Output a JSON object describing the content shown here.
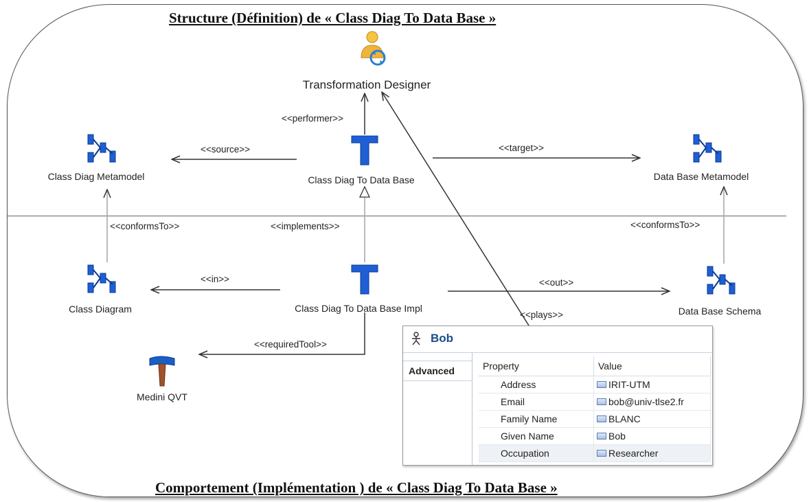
{
  "headings": {
    "top": "Structure (Définition)  de « Class Diag  To Data Base »",
    "bottom": "Comportement  (Implémentation )  de « Class Diag  To Data Base »"
  },
  "nodes": {
    "transformation_designer": "Transformation Designer",
    "class_diag_metamodel": "Class Diag Metamodel",
    "class_diag_to_data_base": "Class Diag To Data Base",
    "data_base_metamodel": "Data Base Metamodel",
    "class_diagram": "Class Diagram",
    "class_diag_to_data_base_impl": "Class Diag To Data Base Impl",
    "data_base_schema": "Data Base Schema",
    "medini_qvt": "Medini QVT"
  },
  "relations": {
    "performer": "<<performer>>",
    "source": "<<source>>",
    "target": "<<target>>",
    "conforms_to_left": "<<conformsTo>>",
    "implements": "<<implements>>",
    "conforms_to_right": "<<conformsTo>>",
    "in": "<<in>>",
    "out": "<<out>>",
    "plays": "<<plays>>",
    "required_tool": "<<requiredTool>>"
  },
  "panel": {
    "title": "Bob",
    "tab": "Advanced",
    "columns": [
      "Property",
      "Value"
    ],
    "rows": [
      {
        "property": "Address",
        "value": "IRIT-UTM"
      },
      {
        "property": "Email",
        "value": "bob@univ-tlse2.fr"
      },
      {
        "property": "Family Name",
        "value": "BLANC"
      },
      {
        "property": "Given Name",
        "value": "Bob"
      },
      {
        "property": "Occupation",
        "value": "Researcher"
      }
    ]
  },
  "icons": {
    "performer": "person-refresh-icon",
    "metamodel": "hierarchy-icon",
    "transformation": "t-letter-icon",
    "tool": "hammer-icon",
    "actor": "stick-figure-icon"
  },
  "colors": {
    "icon_blue": "#1f5fd6",
    "panel_title": "#1b4c87",
    "hammer_head": "#1a5fc6",
    "hammer_handle": "#a0522d"
  }
}
